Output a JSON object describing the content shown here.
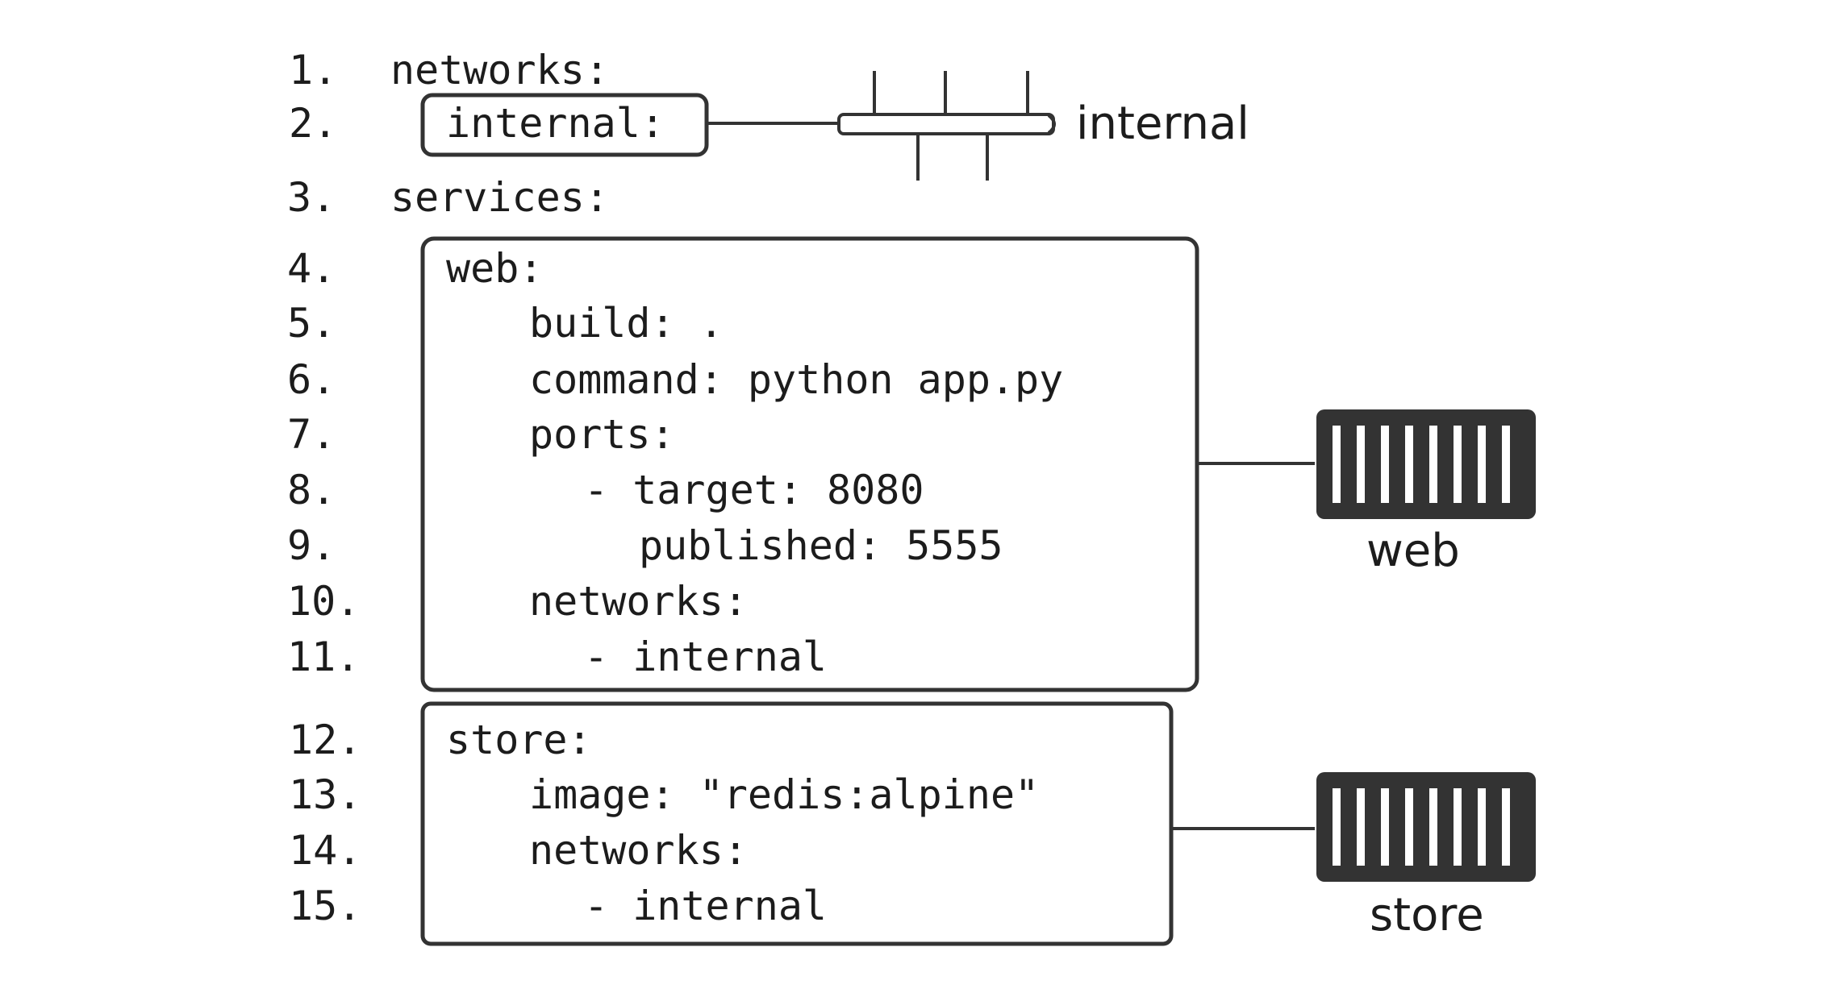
{
  "code_lines": [
    {
      "num": "1.",
      "text": "networks:"
    },
    {
      "num": "2.",
      "text": "internal:"
    },
    {
      "num": "3.",
      "text": "services:"
    },
    {
      "num": "4.",
      "text": "web:"
    },
    {
      "num": "5.",
      "text": "build: ."
    },
    {
      "num": "6.",
      "text": "command: python app.py"
    },
    {
      "num": "7.",
      "text": "ports:"
    },
    {
      "num": "8.",
      "text": "- target: 8080"
    },
    {
      "num": "9.",
      "text": "published: 5555"
    },
    {
      "num": "10.",
      "text": "networks:"
    },
    {
      "num": "11.",
      "text": "- internal"
    },
    {
      "num": "12.",
      "text": "store:"
    },
    {
      "num": "13.",
      "text": "image: \"redis:alpine\""
    },
    {
      "num": "14.",
      "text": "networks:"
    },
    {
      "num": "15.",
      "text": "- internal"
    }
  ],
  "diagram": {
    "network_label": "internal",
    "service_labels": [
      "web",
      "store"
    ]
  },
  "colors": {
    "ink": "#1c1c1c",
    "stroke": "#333333",
    "container_fill": "#333333",
    "background": "#ffffff"
  },
  "icons": [
    "network-pipe-icon",
    "container-icon"
  ]
}
